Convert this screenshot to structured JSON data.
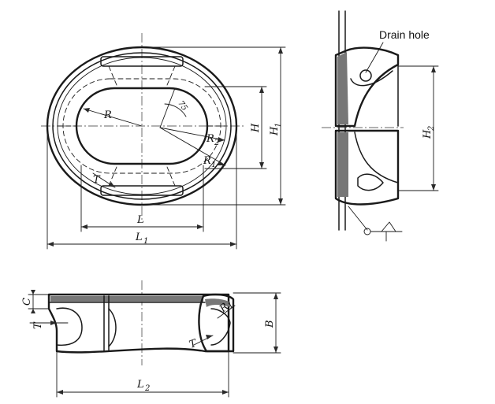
{
  "annotations": {
    "drain_hole": "Drain hole"
  },
  "dimensions": {
    "radius_outer": "R",
    "angle": "75",
    "radius_2": "R",
    "radius_2_sub": "2",
    "radius_1": "R",
    "radius_1_sub": "1",
    "thickness": "T",
    "length": "L",
    "length_1": "L",
    "length_1_sub": "1",
    "height": "H",
    "height_1": "H",
    "height_1_sub": "1",
    "height_2": "H",
    "height_2_sub": "2",
    "cap": "C",
    "thickness_side": "T",
    "breadth": "B",
    "length_2": "L",
    "length_2_sub": "2",
    "radius_side": "R",
    "radius_side_sub": "1",
    "thickness_side_2": "T"
  }
}
